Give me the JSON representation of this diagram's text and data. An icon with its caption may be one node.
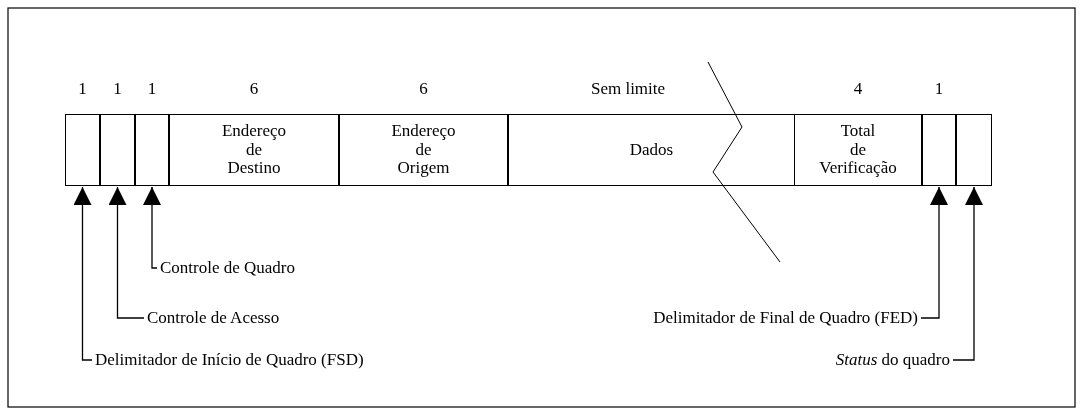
{
  "diagram": {
    "nodes": [
      {
        "text": [],
        "shape": "box",
        "beside": [
          "1"
        ]
      },
      {
        "text": [],
        "shape": "box",
        "beside": [
          "1"
        ]
      },
      {
        "text": [],
        "shape": "box",
        "beside": [
          "1"
        ]
      },
      {
        "text": [
          "Endereço de Destino"
        ],
        "beside": [
          "6"
        ]
      },
      {
        "text": [
          "Endereço de Origem"
        ],
        "beside": [
          "6"
        ]
      },
      {
        "text": [
          "Dados"
        ],
        "beside": [
          "Sem limite"
        ]
      },
      {
        "text": [
          "Total de Verificação"
        ],
        "beside": [
          "4"
        ]
      },
      {
        "text": [],
        "shape": "box",
        "beside": [
          "1"
        ]
      },
      {
        "text": [],
        "shape": "box"
      },
      {
        "text": [
          "Controle de Quadro"
        ]
      },
      {
        "text": [
          "Controle de Acesso"
        ]
      },
      {
        "text": [
          "Delimitador de Início de Quadro (FSD)"
        ]
      },
      {
        "text": [
          "Delimitador de Final de Quadro (FED)"
        ]
      },
      {
        "text": [
          "*Status* do quadro"
        ]
      }
    ],
    "edges": [
      {
        "from": 9,
        "to": 2,
        "arrow": "to"
      },
      {
        "from": 10,
        "to": 1,
        "arrow": "to"
      },
      {
        "from": 11,
        "to": 0,
        "arrow": "to"
      },
      {
        "from": 12,
        "to": 7,
        "arrow": "to"
      },
      {
        "from": 13,
        "to": 8,
        "arrow": "to"
      }
    ]
  }
}
